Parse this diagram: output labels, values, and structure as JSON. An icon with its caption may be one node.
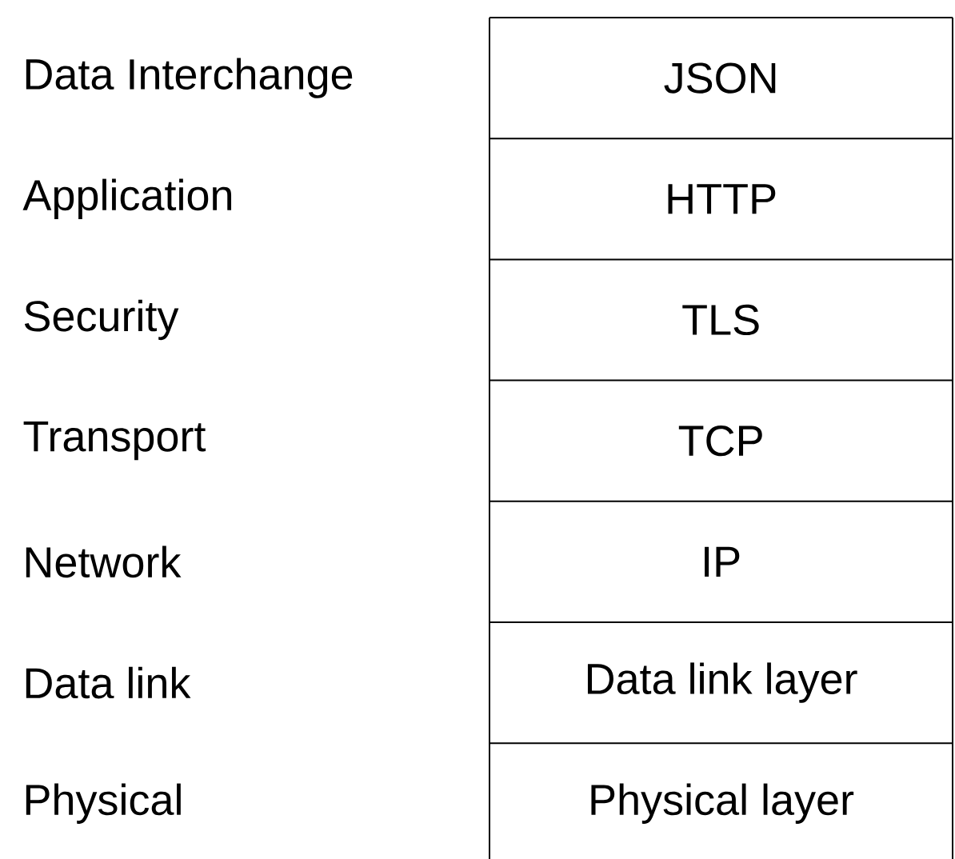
{
  "diagram": {
    "nodes": [
      {
        "text": [
          "JSON"
        ]
      },
      {
        "text": [
          "HTTP"
        ]
      },
      {
        "text": [
          "TLS"
        ]
      },
      {
        "text": [
          "TCP"
        ]
      },
      {
        "text": [
          "IP"
        ]
      },
      {
        "text": [
          "Data link layer"
        ]
      },
      {
        "text": [
          "Physical layer"
        ]
      }
    ],
    "labels": [
      "Data Interchange",
      "Application",
      "Security",
      "Transport",
      "Network",
      "Data link",
      "Physical"
    ]
  }
}
